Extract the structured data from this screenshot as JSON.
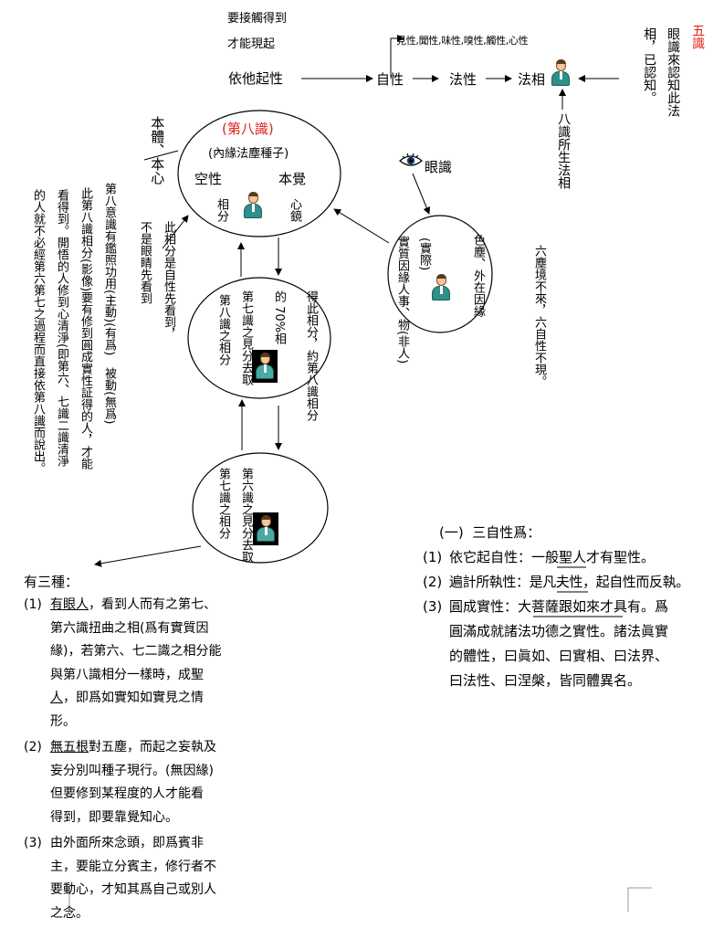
{
  "top": {
    "need_contact_l1": "要接觸得到",
    "need_contact_l2": "才能現起",
    "yitaqixing": "依他起性",
    "zixing": "自性",
    "faxing": "法性",
    "faxiang": "法相",
    "senses": "見性,聞性,味性,嗅性,觸性,心性",
    "wushi": "五識",
    "wushi_note_a": "眼識來認知此法",
    "wushi_note_b": "相，已認知。",
    "bashi_sheng": "八識所生法相"
  },
  "circle8": {
    "title": "(第八識)",
    "subtitle": "(內緣法塵種子)",
    "kongxing": "空性",
    "benjue": "本覺",
    "xiangfen": "相分",
    "xinjing": "心鏡"
  },
  "left": {
    "benti": "本體、本心",
    "not_eye_1": "此相分是自性先看到，",
    "not_eye_2": "不是眼睛先看到",
    "col1": "第八意識有鑑照功用(主動)(有爲)　被動(無爲)",
    "col2": "此第八識相分(影像)要有修到圓成實性証得的人，才能",
    "col3": "看得到。開悟的人修到心清淨(即第六、七識二識清淨",
    "col4": "的人就不必經第六第七之過程而直接依第八識而說出。"
  },
  "eye": {
    "label": "眼識",
    "circle_col1": "色塵、外在因緣",
    "circle_col2": "(實際)",
    "circle_col3": "實質因緣人事、物(非人)",
    "note": "六塵境不來，六自性不現。"
  },
  "circle7": {
    "col1": "第八識之相分",
    "col2": "第七識之見分去取",
    "col3": "的 70%相",
    "side": "得此相分，約第八識相分"
  },
  "circle6": {
    "col1": "第七識之相分",
    "col2": "第六識之見分去取"
  },
  "three_kinds": {
    "heading": "有三種：",
    "items": [
      {
        "num": "(1)",
        "lines": [
          "有眼人，看到人而有之第七、",
          "第六識扭曲之相(爲有實質因",
          "緣)，若第六、七二識之相分能",
          "與第八識相分一樣時，成聖",
          "人，即爲如實知如實見之情",
          "形。"
        ]
      },
      {
        "num": "(2)",
        "lines": [
          "無五根對五塵，而起之妄執及",
          "妄分別叫種子現行。(無因緣)",
          "但要修到某程度的人才能看",
          "得到，即要靠覺知心。"
        ]
      },
      {
        "num": "(3)",
        "lines": [
          "由外面所來念頭，即爲賓非",
          "主，要能立分賓主，修行者不",
          "要動心，才知其爲自己或別人",
          "之念。"
        ]
      }
    ]
  },
  "three_natures": {
    "heading": "(一)  三自性爲：",
    "items": [
      {
        "num": "(1)",
        "lines": [
          "依它起自性：一般聖人才有聖性。"
        ]
      },
      {
        "num": "(2)",
        "lines": [
          "遍計所執性：是凡夫性，起自性而反執。"
        ]
      },
      {
        "num": "(3)",
        "lines": [
          "圓成實性：大菩薩跟如來才具有。爲",
          "圓滿成就諸法功德之實性。諸法眞實",
          "的體性，曰眞如、曰實相、曰法界、",
          "曰法性、曰涅槃，皆同體異名。"
        ]
      }
    ]
  }
}
